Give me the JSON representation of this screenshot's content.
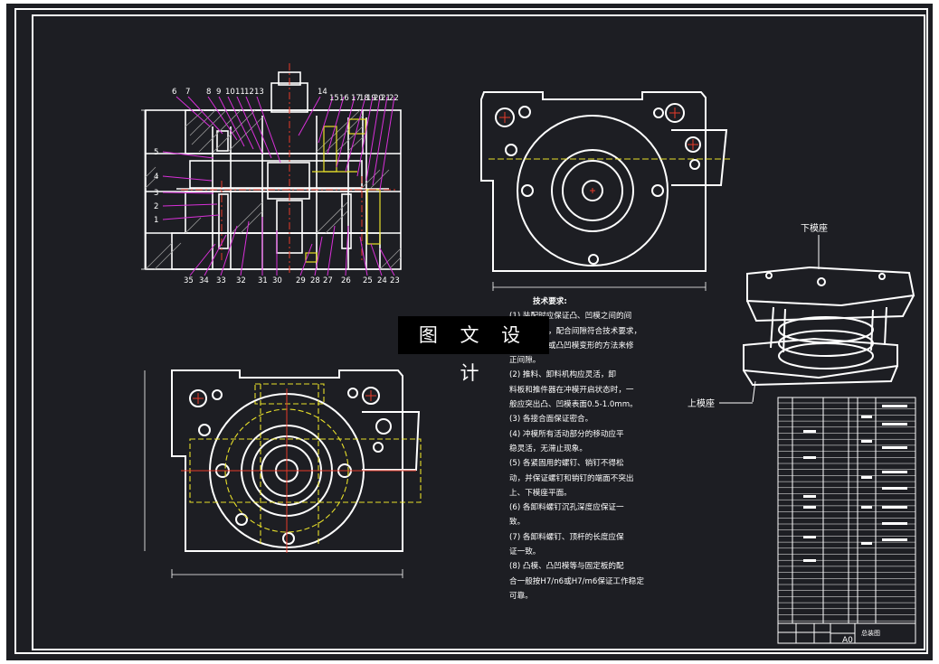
{
  "drawing": {
    "watermark": "图 文 设 计",
    "notes": {
      "title": "技术要求:",
      "lines": [
        "(1) 装配时应保证凸、凹模之间的间",
        "隙均匀一致，配合间隙符合技术要求，",
        "可采用镀铜或凸凹模变形的方法来修",
        "正间隙。",
        "(2) 推料、卸料机构应灵活，卸",
        "料板和推件器在冲模开启状态时，一",
        "般应突出凸、凹模表面0.5-1.0mm。",
        "(3) 各接合面保证密合。",
        "(4) 冲模所有活动部分的移动应平",
        "稳灵活，无滞止现象。",
        "(5) 各紧固用的螺钉、销钉不得松",
        "动，并保证螺钉和销钉的端面不突出",
        "上、下模座平面。",
        "(6) 各卸料螺钉沉孔深度应保证一",
        "致。",
        "(7) 各卸料螺钉、顶杆的长度应保",
        "证一致。",
        "(8) 凸模、凸凹模等与固定板的配",
        "合一般按H7/n6或H7/m6保证工作稳定",
        "可靠。"
      ]
    },
    "iso_labels": {
      "lower": "下模座",
      "upper": "上模座"
    },
    "section_view": {
      "top_numbers": [
        "6",
        "7",
        "8",
        "9",
        "10",
        "11",
        "12",
        "13",
        "14",
        "15",
        "16",
        "17",
        "18",
        "19",
        "20",
        "21",
        "22"
      ],
      "bottom_numbers": [
        "35",
        "34",
        "33",
        "32",
        "31",
        "30",
        "29",
        "28",
        "27",
        "26",
        "25",
        "24",
        "23"
      ],
      "left_numbers": [
        "5",
        "4",
        "3",
        "2",
        "1"
      ]
    },
    "title_block": {
      "sheet_size": "A0",
      "name": "总装图"
    }
  }
}
